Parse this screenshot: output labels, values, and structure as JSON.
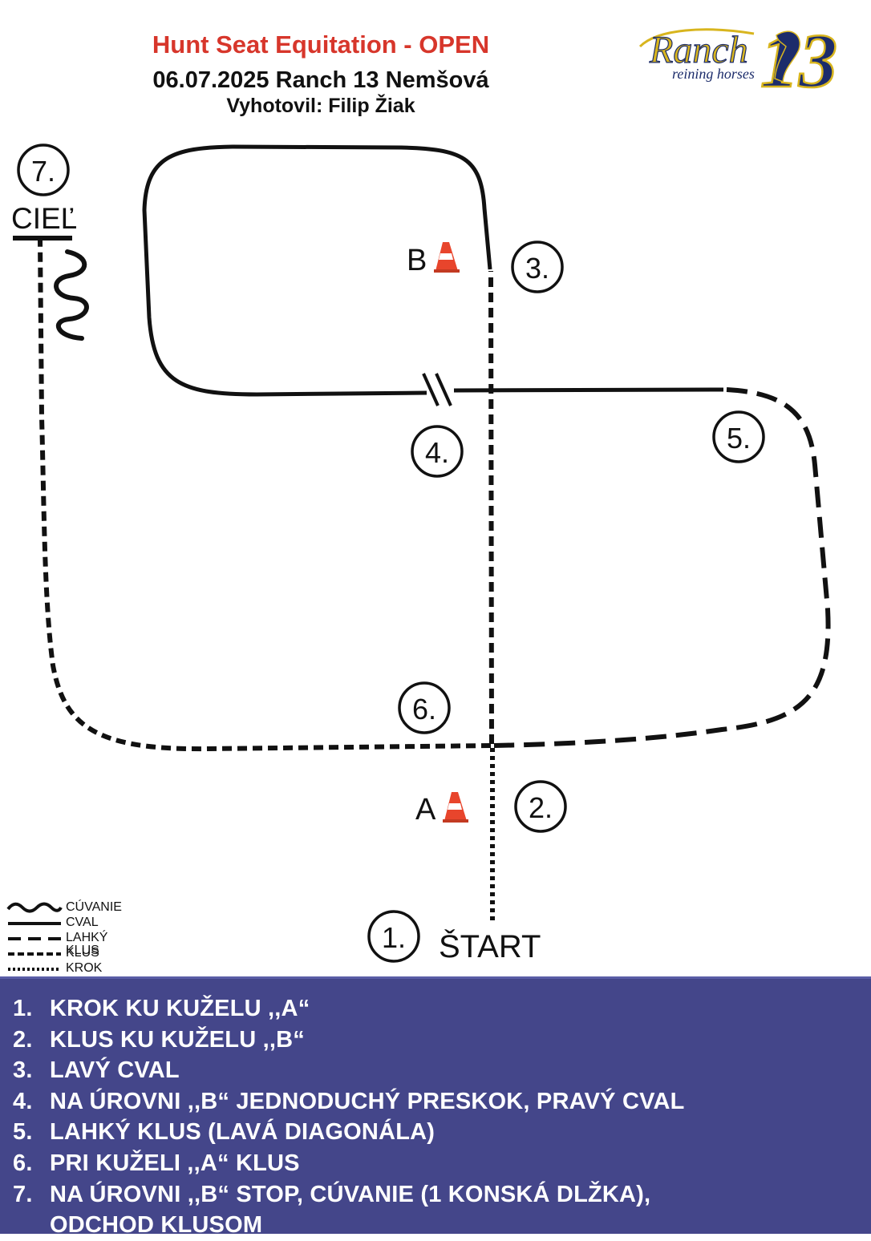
{
  "header": {
    "title": "Hunt Seat Equitation - OPEN",
    "subtitle": "06.07.2025 Ranch 13 Nemšová",
    "author": "Vyhotovil: Filip Žiak"
  },
  "logo": {
    "word": "Ranch",
    "tagline": "reining horses",
    "number": "13",
    "colors": {
      "gold": "#d8b51e",
      "navy": "#1c2c6b"
    }
  },
  "pattern": {
    "markers": [
      {
        "id": "1",
        "label": "1."
      },
      {
        "id": "2",
        "label": "2."
      },
      {
        "id": "3",
        "label": "3."
      },
      {
        "id": "4",
        "label": "4."
      },
      {
        "id": "5",
        "label": "5."
      },
      {
        "id": "6",
        "label": "6."
      },
      {
        "id": "7",
        "label": "7."
      }
    ],
    "cones": [
      {
        "id": "A",
        "label": "A"
      },
      {
        "id": "B",
        "label": "B"
      }
    ],
    "start_label": "ŠTART",
    "finish_label": "CIEĽ",
    "colors": {
      "line": "#111111",
      "cone": "#e8452c"
    }
  },
  "legend": [
    {
      "style": "wave",
      "label": "CÚVANIE"
    },
    {
      "style": "solid",
      "label": "CVAL"
    },
    {
      "style": "long-dash",
      "label": "LAHKÝ KLUS"
    },
    {
      "style": "dash",
      "label": "KLUS"
    },
    {
      "style": "dot",
      "label": "KROK"
    }
  ],
  "steps": [
    {
      "num": "1.",
      "text": "KROK KU KUŽELU ,,A“"
    },
    {
      "num": "2.",
      "text": "KLUS KU KUŽELU ,,B“"
    },
    {
      "num": "3.",
      "text": "LAVÝ CVAL"
    },
    {
      "num": "4.",
      "text": "NA ÚROVNI ,,B“ JEDNODUCHÝ PRESKOK, PRAVÝ CVAL"
    },
    {
      "num": "5.",
      "text": "LAHKÝ KLUS (LAVÁ DIAGONÁLA)"
    },
    {
      "num": "6.",
      "text": "PRI KUŽELI ,,A“ KLUS"
    },
    {
      "num": "7.",
      "text": "NA ÚROVNI ,,B“ STOP, CÚVANIE (1 KONSKÁ DLŽKA),\nODCHOD KLUSOM"
    }
  ],
  "panel_color": "#44468a"
}
